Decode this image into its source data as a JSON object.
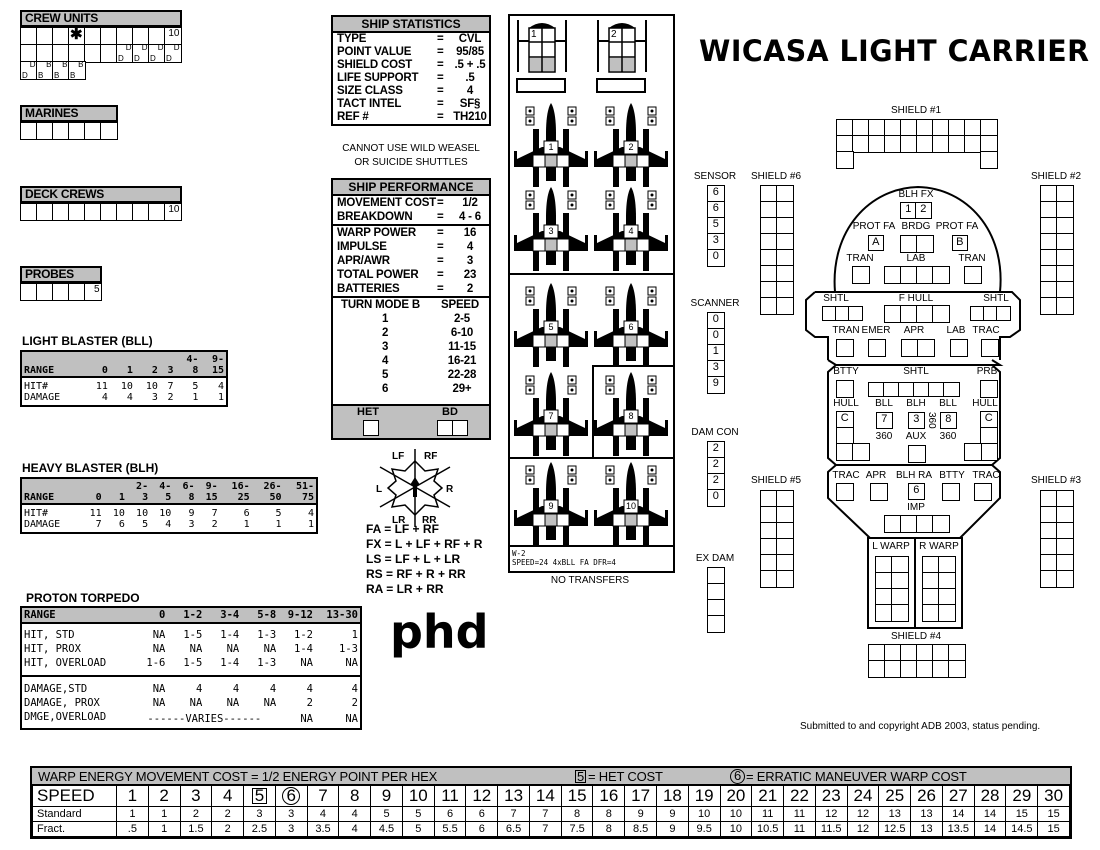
{
  "title": "WICASA LIGHT CARRIER",
  "crew_units": {
    "label": "CREW UNITS",
    "count": "10",
    "icon": "casualty-star-icon",
    "d": "D",
    "b": "B"
  },
  "marines": {
    "label": "MARINES"
  },
  "deck_crews": {
    "label": "DECK CREWS",
    "count": "10"
  },
  "probes": {
    "label": "PROBES",
    "count": "5"
  },
  "light_blaster": {
    "title": "LIGHT BLASTER (BLL)",
    "header": [
      "RANGE",
      "0",
      "1",
      "2",
      "3",
      "4-\n8",
      "9-\n15"
    ],
    "rows": [
      [
        "HIT#",
        "11",
        "10",
        "10",
        "7",
        "5",
        "4"
      ],
      [
        "DAMAGE",
        "4",
        "4",
        "3",
        "2",
        "1",
        "1"
      ]
    ]
  },
  "heavy_blaster": {
    "title": "HEAVY BLASTER (BLH)",
    "header": [
      "RANGE",
      "0",
      "1",
      "2-\n3",
      "4-\n5",
      "6-\n8",
      "9-\n15",
      "16-\n25",
      "26-\n50",
      "51-\n75"
    ],
    "rows": [
      [
        "HIT#",
        "11",
        "10",
        "10",
        "10",
        "9",
        "7",
        "6",
        "5",
        "4"
      ],
      [
        "DAMAGE",
        "7",
        "6",
        "5",
        "4",
        "3",
        "2",
        "1",
        "1",
        "1"
      ]
    ]
  },
  "proton_torpedo": {
    "title": "PROTON TORPEDO",
    "header": [
      "RANGE",
      "0",
      "1-2",
      "3-4",
      "5-8",
      "9-12",
      "13-30"
    ],
    "hit_rows": [
      [
        "HIT, STD",
        "NA",
        "1-5",
        "1-4",
        "1-3",
        "1-2",
        "1"
      ],
      [
        "HIT, PROX",
        "NA",
        "NA",
        "NA",
        "NA",
        "1-4",
        "1-3"
      ],
      [
        "HIT, OVERLOAD",
        "1-6",
        "1-5",
        "1-4",
        "1-3",
        "NA",
        "NA"
      ]
    ],
    "damage_rows": [
      [
        "DAMAGE,STD",
        "NA",
        "4",
        "4",
        "4",
        "4",
        "4"
      ],
      [
        "DAMAGE, PROX",
        "NA",
        "NA",
        "NA",
        "NA",
        "2",
        "2"
      ]
    ],
    "overload_row": [
      "DMGE,OVERLOAD",
      "------VARIES------",
      "NA",
      "NA"
    ]
  },
  "logo": "phd",
  "ship_statistics": {
    "title": "SHIP STATISTICS",
    "rows": [
      [
        "TYPE",
        "=",
        "CVL"
      ],
      [
        "POINT VALUE",
        "=",
        "95/85"
      ],
      [
        "SHIELD COST",
        "=",
        ".5 + .5"
      ],
      [
        "LIFE SUPPORT",
        "=",
        ".5"
      ],
      [
        "SIZE CLASS",
        "=",
        "4"
      ],
      [
        "TACT INTEL",
        "=",
        "SF§"
      ],
      [
        "REF #",
        "=",
        "TH210"
      ]
    ]
  },
  "note": [
    "CANNOT USE WILD WEASEL",
    "OR SUICIDE SHUTTLES"
  ],
  "ship_performance": {
    "title": "SHIP PERFORMANCE",
    "rows_a": [
      [
        "MOVEMENT COST",
        "=",
        "1/2"
      ],
      [
        "BREAKDOWN",
        "=",
        "4 - 6"
      ]
    ],
    "rows_b": [
      [
        "WARP POWER",
        "=",
        "16"
      ],
      [
        "IMPULSE",
        "=",
        "4"
      ],
      [
        "APR/AWR",
        "=",
        "3"
      ],
      [
        "TOTAL POWER",
        "=",
        "23"
      ],
      [
        "BATTERIES",
        "=",
        "2"
      ]
    ],
    "turn_mode_label": "TURN MODE B",
    "speed_label": "SPEED",
    "turn_mode": [
      [
        "1",
        "2-5"
      ],
      [
        "2",
        "6-10"
      ],
      [
        "3",
        "11-15"
      ],
      [
        "4",
        "16-21"
      ],
      [
        "5",
        "22-28"
      ],
      [
        "6",
        "29+"
      ]
    ],
    "het": "HET",
    "bd": "BD"
  },
  "arcs": {
    "labels": [
      "LF",
      "RF",
      "L",
      "R",
      "LR",
      "RR"
    ],
    "formulas": [
      "FA = LF + RF",
      "FX = L + LF + RF + R",
      "LS = LF + L + LR",
      "RS = RF + R + RR",
      "RA = LR + RR"
    ]
  },
  "fighters": {
    "bays": [
      "1",
      "2"
    ],
    "ids": [
      "1",
      "2",
      "3",
      "4",
      "5",
      "6",
      "7",
      "8",
      "9",
      "10"
    ],
    "type": "W-2",
    "specs": "SPEED=24  4xBLL FA DFR=4",
    "footer": "NO TRANSFERS"
  },
  "tracks": {
    "sensor": {
      "label": "SENSOR",
      "values": [
        "6",
        "6",
        "5",
        "3",
        "0"
      ]
    },
    "scanner": {
      "label": "SCANNER",
      "values": [
        "0",
        "0",
        "1",
        "3",
        "9"
      ]
    },
    "dam_con": {
      "label": "DAM CON",
      "values": [
        "2",
        "2",
        "2",
        "0"
      ]
    },
    "ex_dam": {
      "label": "EX DAM"
    }
  },
  "shields": {
    "s1": "SHIELD #1",
    "s2": "SHIELD #2",
    "s3": "SHIELD #3",
    "s4": "SHIELD #4",
    "s5": "SHIELD #5",
    "s6": "SHIELD #6"
  },
  "ship": {
    "blh_fx": "BLH FX",
    "blh_fx_ids": [
      "1",
      "2"
    ],
    "prot_fa_l": "PROT FA",
    "brdg": "BRDG",
    "prot_fa_r": "PROT FA",
    "prot_ids": [
      "A",
      "B"
    ],
    "tran": "TRAN",
    "lab": "LAB",
    "shtl": "SHTL",
    "f_hull": "F HULL",
    "emer": "EMER",
    "apr": "APR",
    "trac": "TRAC",
    "btty": "BTTY",
    "prb": "PRB",
    "hull": "HULL",
    "hull_id": "C",
    "bll": "BLL",
    "blh": "BLH",
    "bll_ids": [
      "7",
      "8"
    ],
    "blh_id": "3",
    "arc360": "360",
    "aux": "AUX",
    "blh_ra": "BLH RA",
    "blh_ra_id": "6",
    "imp": "IMP",
    "l_warp": "L WARP",
    "r_warp": "R WARP"
  },
  "copyright": "Submitted to and copyright ADB 2003, status pending.",
  "movement": {
    "header": "WARP ENERGY MOVEMENT COST = 1/2 ENERGY POINT PER HEX",
    "het_num": "5",
    "het_label": "= HET COST",
    "em_num": "6",
    "em_label": "= ERRATIC MANEUVER WARP COST",
    "speed_label": "SPEED",
    "standard_label": "Standard",
    "fract_label": "Fract.",
    "speeds": [
      "1",
      "2",
      "3",
      "4",
      "5",
      "6",
      "7",
      "8",
      "9",
      "10",
      "11",
      "12",
      "13",
      "14",
      "15",
      "16",
      "17",
      "18",
      "19",
      "20",
      "21",
      "22",
      "23",
      "24",
      "25",
      "26",
      "27",
      "28",
      "29",
      "30"
    ],
    "standard": [
      "1",
      "1",
      "2",
      "2",
      "3",
      "3",
      "4",
      "4",
      "5",
      "5",
      "6",
      "6",
      "7",
      "7",
      "8",
      "8",
      "9",
      "9",
      "10",
      "10",
      "11",
      "11",
      "12",
      "12",
      "13",
      "13",
      "14",
      "14",
      "15",
      "15"
    ],
    "fract": [
      ".5",
      "1",
      "1.5",
      "2",
      "2.5",
      "3",
      "3.5",
      "4",
      "4.5",
      "5",
      "5.5",
      "6",
      "6.5",
      "7",
      "7.5",
      "8",
      "8.5",
      "9",
      "9.5",
      "10",
      "10.5",
      "11",
      "11.5",
      "12",
      "12.5",
      "13",
      "13.5",
      "14",
      "14.5",
      "15"
    ]
  }
}
